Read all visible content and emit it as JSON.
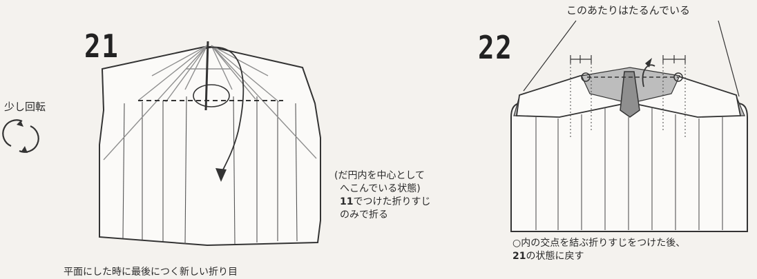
{
  "step21": {
    "number": "21",
    "rotate_label": "少し回転",
    "note_line1": "(だ円内を中心として",
    "note_line2": "へこんでいる状態)",
    "note_line3_num": "11",
    "note_line3_text": "でつけた折りすじ",
    "note_line4": "のみで折る",
    "bottom_text": "平面にした時に最後につく新しい折り目"
  },
  "step22": {
    "number": "22",
    "top_note": "このあたりはたるんでいる",
    "bottom_line1": "○内の交点を結ぶ折りすじをつけた後、",
    "bottom_line2_num": "21",
    "bottom_line2_text": "の状態に戻す"
  },
  "colors": {
    "line": "#333333",
    "gray_fold": "#8f8f8f",
    "shade": "#bdbdbd",
    "arrow_fill": "#555555"
  }
}
